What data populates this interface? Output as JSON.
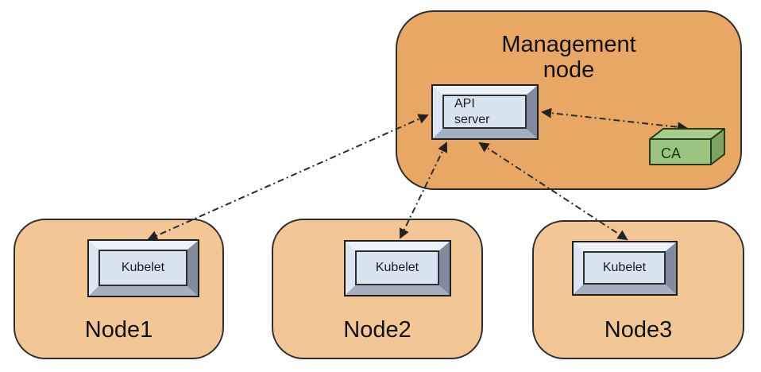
{
  "management_node": {
    "label": "Management node"
  },
  "api_server": {
    "label": "API server"
  },
  "ca": {
    "label": "CA"
  },
  "worker_nodes": [
    {
      "label": "Node1",
      "component_label": "Kubelet"
    },
    {
      "label": "Node2",
      "component_label": "Kubelet"
    },
    {
      "label": "Node3",
      "component_label": "Kubelet"
    }
  ],
  "connections": [
    {
      "from": "API server",
      "to": "Kubelet (Node1)",
      "style": "dash-dot",
      "bidirectional": true
    },
    {
      "from": "API server",
      "to": "Kubelet (Node2)",
      "style": "dash-dot",
      "bidirectional": true
    },
    {
      "from": "API server",
      "to": "Kubelet (Node3)",
      "style": "dash-dot",
      "bidirectional": true
    },
    {
      "from": "API server",
      "to": "CA",
      "style": "dash-dot",
      "bidirectional": true
    }
  ],
  "colors": {
    "management_node_fill": "#E9A765",
    "worker_node_fill": "#F3C795",
    "component_face_fill": "#D9E4F2",
    "ca_front_fill": "#9AC47F",
    "ca_top_fill": "#A8CC8C",
    "ca_side_fill": "#7AA45F",
    "arrow_color": "#2B2B2B"
  }
}
